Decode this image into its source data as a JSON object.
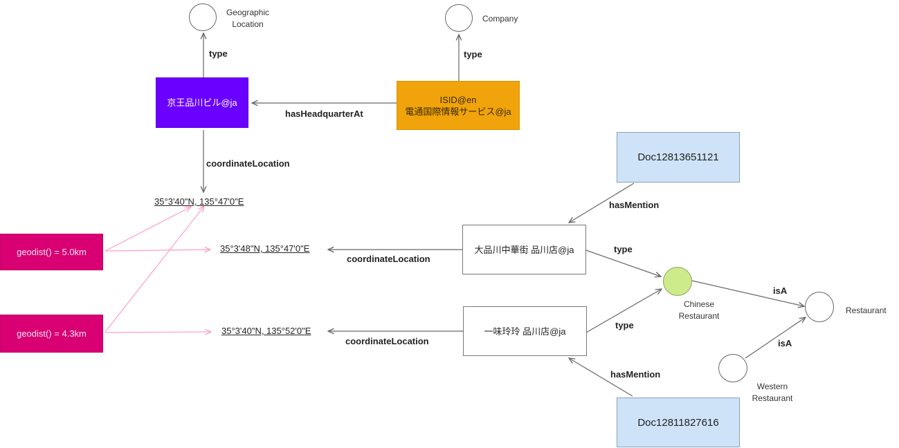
{
  "colors": {
    "purple_node": "#6a00ff",
    "orange_node": "#f0a30a",
    "pink_node": "#d80073",
    "pink_edge": "#ff9ccc",
    "doc_node": "#cfe3f8",
    "chinese_restaurant_fill": "#cdeb8b",
    "edge": "#666666"
  },
  "nodes": {
    "geographic_location": "Geographic\nLocation",
    "company": "Company",
    "keio_building": "京王品川ビル@ja",
    "isid": "ISID@en\n電通国際情報サービス@ja",
    "coord_top": "35°3'40\"N, 135°47'0\"E",
    "coord_mid": "35°3'48\"N, 135°47'0\"E",
    "coord_bottom": "35°3'40\"N, 135°52'0\"E",
    "geodist_1": "geodist() = 5.0km",
    "geodist_2": "geodist() = 4.3km",
    "restaurant_1": "大品川中華街 品川店@ja",
    "restaurant_2": "一味玲玲 品川店@ja",
    "doc_1": "Doc12813651121",
    "doc_2": "Doc12811827616",
    "chinese_restaurant": "Chinese\nRestaurant",
    "restaurant": "Restaurant",
    "western_restaurant": "Western\nRestaurant"
  },
  "edges": {
    "type_geo": "type",
    "type_company": "type",
    "has_headquarter_at": "hasHeadquarterAt",
    "coordinate_location_top": "coordinateLocation",
    "coordinate_location_mid": "coordinateLocation",
    "coordinate_location_bottom": "coordinateLocation",
    "has_mention_1": "hasMention",
    "has_mention_2": "hasMention",
    "type_r1": "type",
    "type_r2": "type",
    "isa_chinese": "isA",
    "isa_western": "isA"
  }
}
